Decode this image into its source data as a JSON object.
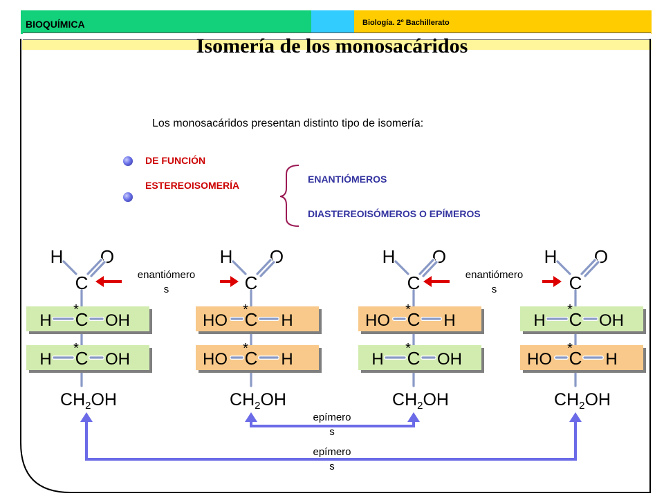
{
  "header": {
    "subject": "BIOQUÍMICA",
    "course": "Biología. 2º Bachillerato",
    "colors": {
      "green": "#12d17a",
      "cyan": "#33ccff",
      "yellow": "#ffcc00"
    }
  },
  "title": "Isomería de los monosacáridos",
  "intro": "Los monosacáridos presentan distinto tipo de isomería:",
  "categories": [
    {
      "label": "DE FUNCIÓN"
    },
    {
      "label": "ESTEREOISOMERÍA"
    }
  ],
  "stereo_types": [
    "ENANTIÓMEROS",
    "DIASTEREOISÓMEROS O EPÍMEROS"
  ],
  "molecules": [
    {
      "top": [
        "H",
        "O"
      ],
      "center": "C",
      "rows": [
        [
          "H",
          "C",
          "OH"
        ],
        [
          "H",
          "C",
          "OH"
        ]
      ],
      "bottom": "CH2OH"
    },
    {
      "top": [
        "H",
        "O"
      ],
      "center": "C",
      "rows": [
        [
          "HO",
          "C",
          "H"
        ],
        [
          "HO",
          "C",
          "H"
        ]
      ],
      "bottom": "CH2OH"
    },
    {
      "top": [
        "H",
        "O"
      ],
      "center": "C",
      "rows": [
        [
          "HO",
          "C",
          "H"
        ],
        [
          "H",
          "C",
          "OH"
        ]
      ],
      "bottom": "CH2OH"
    },
    {
      "top": [
        "H",
        "O"
      ],
      "center": "C",
      "rows": [
        [
          "H",
          "C",
          "OH"
        ],
        [
          "HO",
          "C",
          "H"
        ]
      ],
      "bottom": "CH2OH"
    }
  ],
  "chiral_mark": "*",
  "relations": {
    "enantiomers_1": [
      "enantiómero",
      "s"
    ],
    "enantiomers_2": [
      "enantiómero",
      "s"
    ],
    "epimers_inner": [
      "epímero",
      "s"
    ],
    "epimers_outer": [
      "epímero",
      "s"
    ]
  },
  "colors": {
    "green_box": "#d2ecb0",
    "orange_box": "#f8c98a",
    "bond": "#8a9ac6",
    "arrow_red": "#dd0000",
    "arrow_blue": "#6b6be8",
    "bullet": "#4a50d0"
  }
}
